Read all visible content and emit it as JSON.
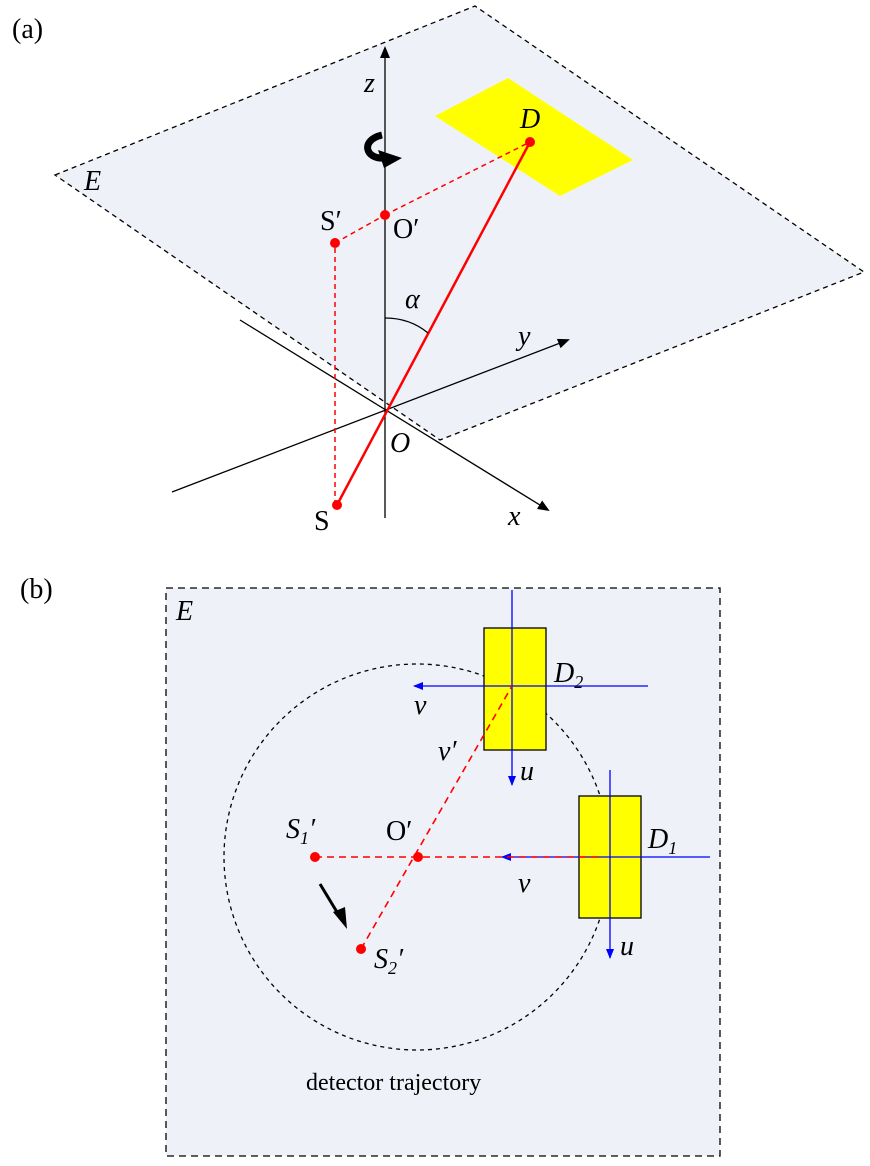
{
  "panel_a": {
    "tag": "(a)",
    "plane_label": "E",
    "axis_z": "z",
    "axis_y": "y",
    "axis_x": "x",
    "origin": "O",
    "detector": "D",
    "source": "S",
    "source_proj": "S′",
    "origin_proj": "O′",
    "angle": "α"
  },
  "panel_b": {
    "tag": "(b)",
    "plane_label": "E",
    "d2": "D",
    "d2_sub": "2",
    "d1": "D",
    "d1_sub": "1",
    "s1": "S",
    "s1_sub": "1",
    "s1_prime": "′",
    "s2": "S",
    "s2_sub": "2",
    "s2_prime": "′",
    "o_prime": "O′",
    "v_top": "v",
    "u_top": "u",
    "v_prime": "v′",
    "v_mid": "v",
    "u_bottom": "u",
    "trajectory": "detector trajectory"
  },
  "colors": {
    "plane_fill": "#eef2f8",
    "detector_fill": "#ffff00",
    "ray": "#ff0000",
    "detector_axes": "#0000ff",
    "axis": "#000000"
  }
}
